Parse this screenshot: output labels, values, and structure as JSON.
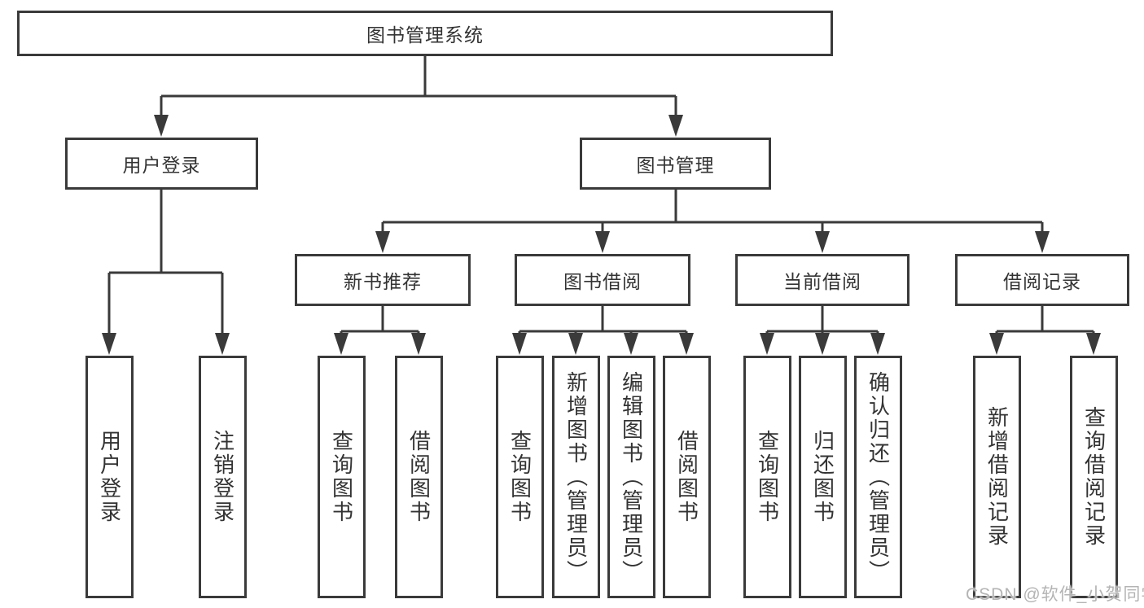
{
  "tree": {
    "label": "图书管理系统",
    "children": [
      {
        "label": "用户登录",
        "children": [
          {
            "label": "用户登录"
          },
          {
            "label": "注销登录"
          }
        ]
      },
      {
        "label": "图书管理",
        "children": [
          {
            "label": "新书推荐",
            "children": [
              {
                "label": "查询图书"
              },
              {
                "label": "借阅图书"
              }
            ]
          },
          {
            "label": "图书借阅",
            "children": [
              {
                "label": "查询图书"
              },
              {
                "label": "新增图书（管理员）"
              },
              {
                "label": "编辑图书（管理员）"
              },
              {
                "label": "借阅图书"
              }
            ]
          },
          {
            "label": "当前借阅",
            "children": [
              {
                "label": "查询图书"
              },
              {
                "label": "归还图书"
              },
              {
                "label": "确认归还（管理员）"
              }
            ]
          },
          {
            "label": "借阅记录",
            "children": [
              {
                "label": "新增借阅记录"
              },
              {
                "label": "查询借阅记录"
              }
            ]
          }
        ]
      }
    ]
  },
  "watermark": {
    "text": "CSDN @软件_小贺同学"
  },
  "colors": {
    "line": "#3a3a3a",
    "text": "#333333",
    "box_bg": "#ffffff",
    "watermark": "#b4b4b4"
  }
}
